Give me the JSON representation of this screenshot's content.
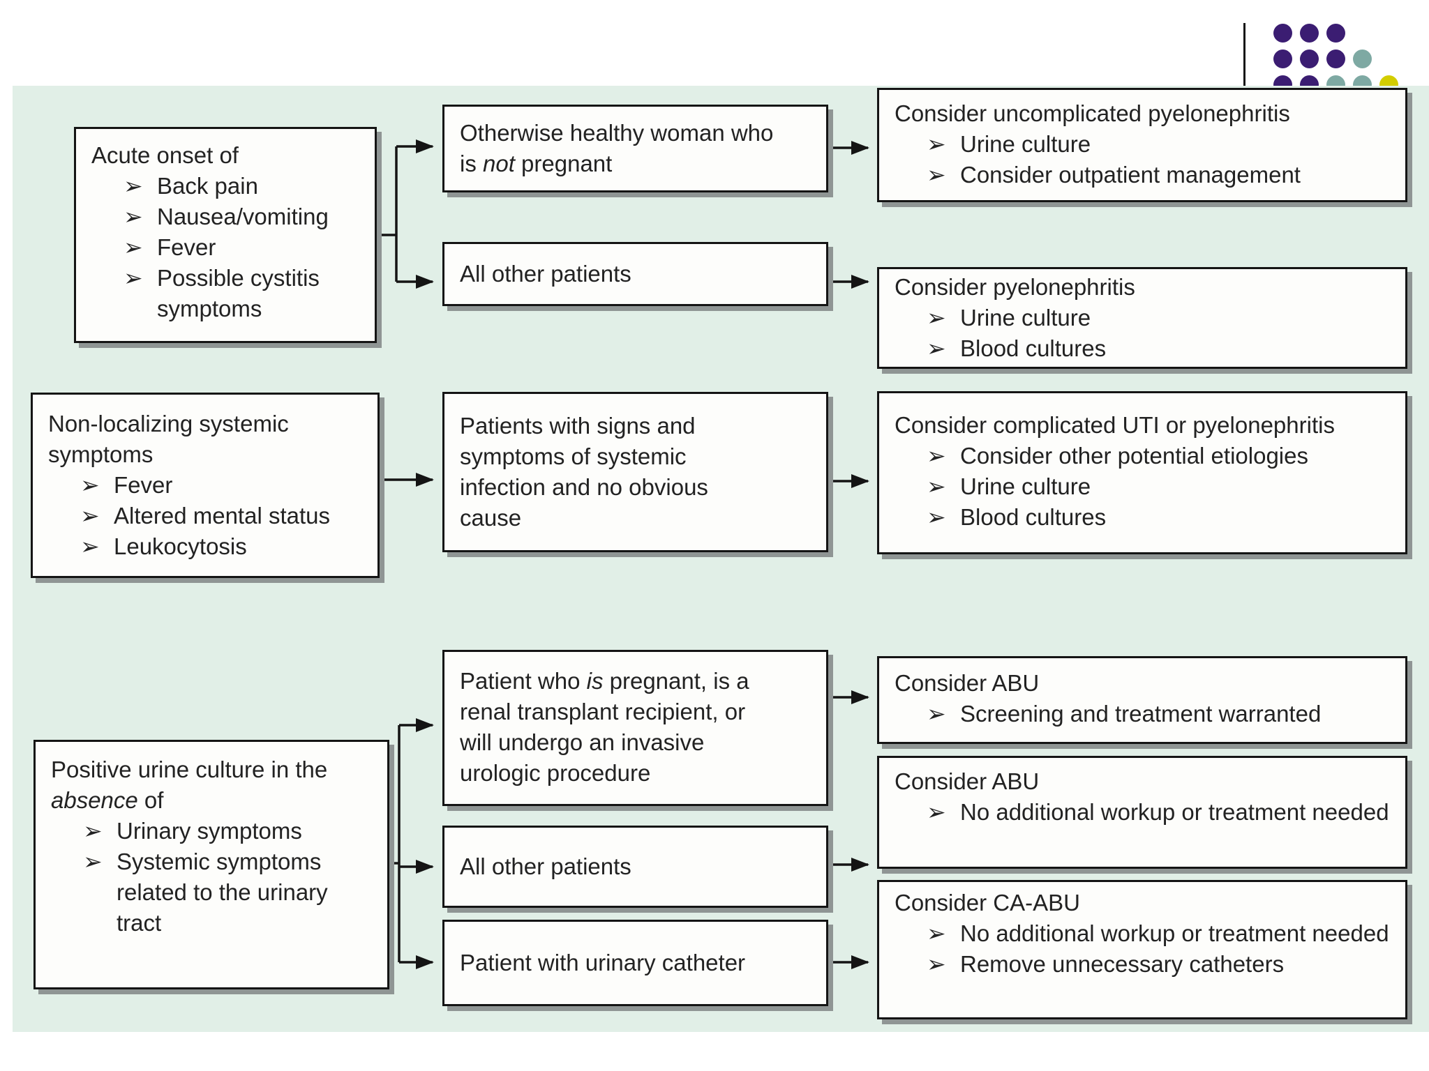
{
  "bullet_char": "➢",
  "colors": {
    "panel_bg": "#e1efe7",
    "box_fill": "#fdfdfb",
    "box_border": "#141414",
    "shadow": "#8f9594",
    "line": "#141414",
    "text": "#222222",
    "logo_purple": "#3b1d72",
    "logo_teal": "#7ea9a3",
    "logo_yellow": "#d3cd00"
  },
  "logo": {
    "rows": [
      [
        "purple",
        "purple",
        "purple"
      ],
      [
        "purple",
        "purple",
        "purple",
        "teal"
      ],
      [
        "purple",
        "purple",
        "teal",
        "teal",
        "yellow"
      ]
    ]
  },
  "boxes": {
    "l1": {
      "content": [
        {
          "type": "line",
          "runs": [
            {
              "t": "Acute onset of"
            }
          ]
        },
        {
          "type": "bullet",
          "runs": [
            {
              "t": "Back pain"
            }
          ]
        },
        {
          "type": "bullet",
          "runs": [
            {
              "t": "Nausea/vomiting"
            }
          ]
        },
        {
          "type": "bullet",
          "runs": [
            {
              "t": "Fever"
            }
          ]
        },
        {
          "type": "bullet",
          "runs": [
            {
              "t": "Possible cystitis symptoms"
            }
          ]
        }
      ]
    },
    "m1a": {
      "content": [
        {
          "type": "line",
          "runs": [
            {
              "t": "Otherwise healthy woman who"
            }
          ]
        },
        {
          "type": "line",
          "runs": [
            {
              "t": "is "
            },
            {
              "t": "not",
              "i": true
            },
            {
              "t": " pregnant"
            }
          ]
        }
      ]
    },
    "r1a": {
      "content": [
        {
          "type": "line",
          "runs": [
            {
              "t": "Consider uncomplicated pyelonephritis"
            }
          ]
        },
        {
          "type": "bullet",
          "runs": [
            {
              "t": "Urine culture"
            }
          ]
        },
        {
          "type": "bullet",
          "runs": [
            {
              "t": "Consider outpatient management"
            }
          ]
        }
      ]
    },
    "m1b": {
      "content": [
        {
          "type": "line",
          "runs": [
            {
              "t": "All other patients"
            }
          ]
        }
      ]
    },
    "r1b": {
      "content": [
        {
          "type": "line",
          "runs": [
            {
              "t": "Consider pyelonephritis"
            }
          ]
        },
        {
          "type": "bullet",
          "runs": [
            {
              "t": "Urine culture"
            }
          ]
        },
        {
          "type": "bullet",
          "runs": [
            {
              "t": "Blood cultures"
            }
          ]
        }
      ]
    },
    "l2": {
      "content": [
        {
          "type": "line",
          "runs": [
            {
              "t": "Non-localizing systemic"
            }
          ]
        },
        {
          "type": "line",
          "runs": [
            {
              "t": "symptoms"
            }
          ]
        },
        {
          "type": "bullet",
          "runs": [
            {
              "t": "Fever"
            }
          ]
        },
        {
          "type": "bullet",
          "runs": [
            {
              "t": "Altered mental status"
            }
          ]
        },
        {
          "type": "bullet",
          "runs": [
            {
              "t": "Leukocytosis"
            }
          ]
        }
      ]
    },
    "m2": {
      "content": [
        {
          "type": "line",
          "runs": [
            {
              "t": "Patients with signs and"
            }
          ]
        },
        {
          "type": "line",
          "runs": [
            {
              "t": "symptoms of systemic"
            }
          ]
        },
        {
          "type": "line",
          "runs": [
            {
              "t": "infection and no obvious"
            }
          ]
        },
        {
          "type": "line",
          "runs": [
            {
              "t": "cause"
            }
          ]
        }
      ]
    },
    "r2": {
      "content": [
        {
          "type": "line",
          "runs": [
            {
              "t": "Consider complicated UTI or pyelonephritis"
            }
          ]
        },
        {
          "type": "bullet",
          "runs": [
            {
              "t": "Consider other potential etiologies"
            }
          ]
        },
        {
          "type": "bullet",
          "runs": [
            {
              "t": "Urine culture"
            }
          ]
        },
        {
          "type": "bullet",
          "runs": [
            {
              "t": "Blood cultures"
            }
          ]
        }
      ]
    },
    "l3": {
      "content": [
        {
          "type": "line",
          "runs": [
            {
              "t": "Positive urine culture in the"
            }
          ]
        },
        {
          "type": "line",
          "runs": [
            {
              "t": "absence",
              "i": true
            },
            {
              "t": " of"
            }
          ]
        },
        {
          "type": "bullet",
          "runs": [
            {
              "t": "Urinary symptoms"
            }
          ]
        },
        {
          "type": "bullet",
          "runs": [
            {
              "t": "Systemic symptoms related to the urinary tract"
            }
          ]
        }
      ]
    },
    "m3a": {
      "content": [
        {
          "type": "line",
          "runs": [
            {
              "t": "Patient who "
            },
            {
              "t": "is",
              "i": true
            },
            {
              "t": " pregnant, is a"
            }
          ]
        },
        {
          "type": "line",
          "runs": [
            {
              "t": "renal transplant recipient, or"
            }
          ]
        },
        {
          "type": "line",
          "runs": [
            {
              "t": "will undergo an invasive"
            }
          ]
        },
        {
          "type": "line",
          "runs": [
            {
              "t": "urologic procedure"
            }
          ]
        }
      ]
    },
    "m3b": {
      "content": [
        {
          "type": "line",
          "runs": [
            {
              "t": "All other patients"
            }
          ]
        }
      ]
    },
    "m3c": {
      "content": [
        {
          "type": "line",
          "runs": [
            {
              "t": "Patient with urinary catheter"
            }
          ]
        }
      ]
    },
    "r3a": {
      "content": [
        {
          "type": "line",
          "runs": [
            {
              "t": "Consider ABU"
            }
          ]
        },
        {
          "type": "bullet",
          "runs": [
            {
              "t": "Screening and treatment warranted"
            }
          ]
        }
      ]
    },
    "r3b": {
      "content": [
        {
          "type": "line",
          "runs": [
            {
              "t": "Consider ABU"
            }
          ]
        },
        {
          "type": "bullet",
          "runs": [
            {
              "t": "No additional workup or treatment needed"
            }
          ]
        }
      ]
    },
    "r3c": {
      "content": [
        {
          "type": "line",
          "runs": [
            {
              "t": "Consider CA-ABU"
            }
          ]
        },
        {
          "type": "bullet",
          "runs": [
            {
              "t": "No additional workup or treatment needed"
            }
          ]
        },
        {
          "type": "bullet",
          "runs": [
            {
              "t": "Remove unnecessary catheters"
            }
          ]
        }
      ]
    }
  }
}
